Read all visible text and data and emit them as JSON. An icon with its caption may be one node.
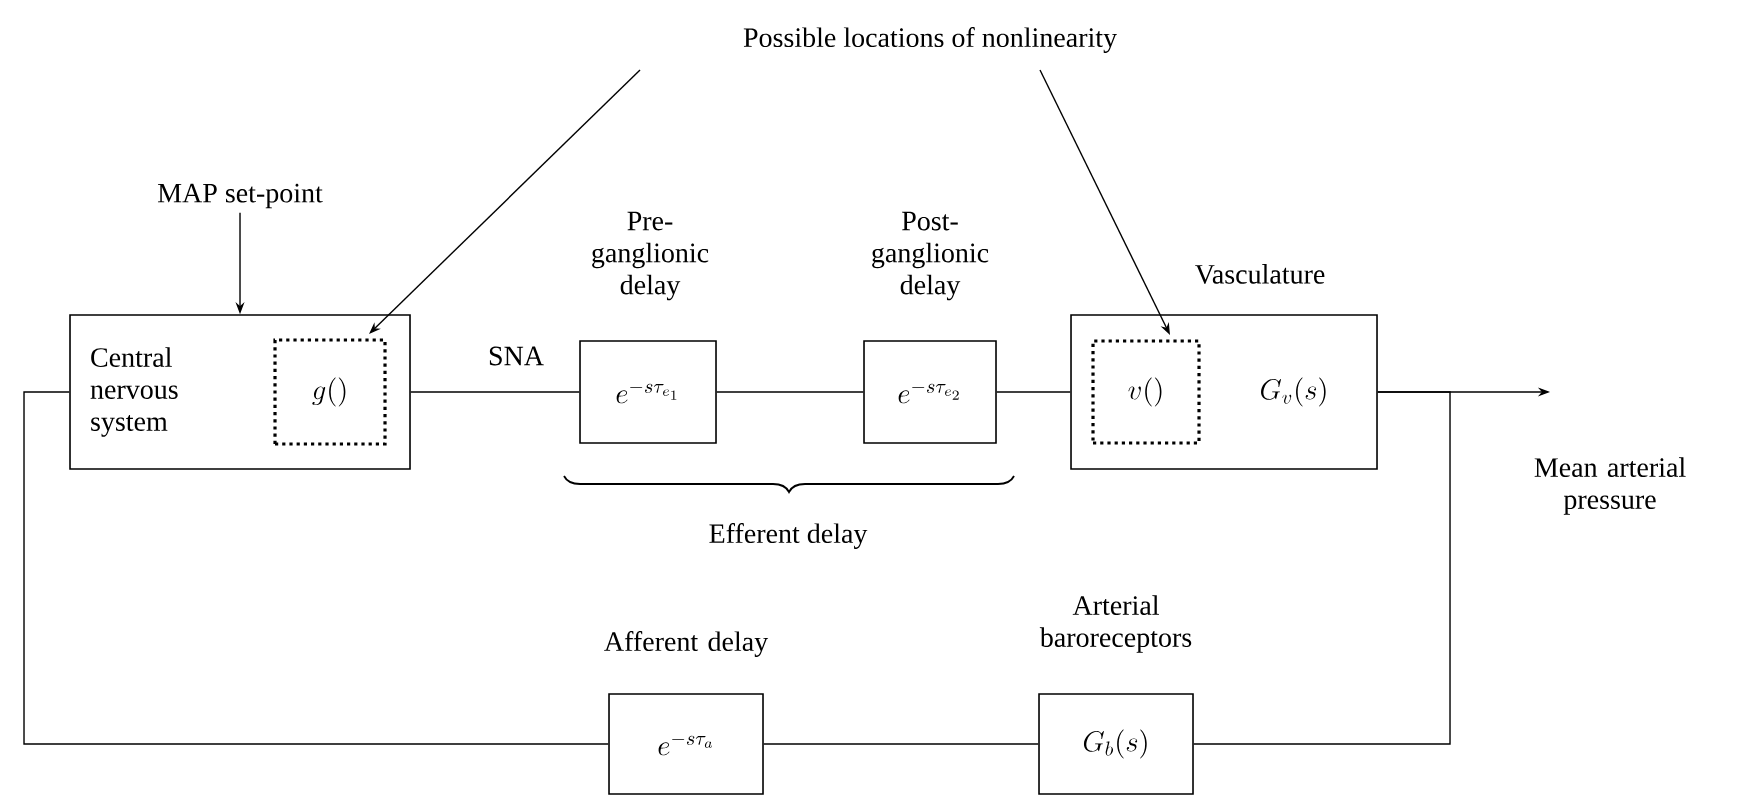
{
  "diagram": {
    "nodes": [
      {
        "text": [
          "Central nervous system"
        ]
      },
      {
        "text": [
          "g()"
        ],
        "in": 0
      },
      {
        "text": [
          "e^{-s\\tau_{e_1}}"
        ],
        "beside": [
          "Pre- ganglionic delay"
        ]
      },
      {
        "text": [
          "e^{-s\\tau_{e_2}}"
        ],
        "beside": [
          "Post- ganglionic delay"
        ]
      },
      {
        "text": [
          "G_v(s)"
        ],
        "beside": [
          "Vasculature"
        ]
      },
      {
        "text": [
          "v()"
        ],
        "in": 4
      },
      {
        "text": [
          "e^{-s\\tau_a}"
        ],
        "beside": [
          "Afferent delay"
        ]
      },
      {
        "text": [
          "G_b(s)"
        ],
        "beside": [
          "Arterial baroreceptors"
        ]
      },
      {
        "text": [
          "MAP set-point"
        ]
      },
      {
        "text": [
          "Possible locations of nonlinearity"
        ]
      }
    ],
    "edges": [
      {
        "from": 8,
        "to": 0,
        "arrow": "to"
      },
      {
        "from": 9,
        "to": 1,
        "arrow": "to"
      },
      {
        "from": 9,
        "to": 5,
        "arrow": "to"
      },
      {
        "from": 0,
        "to": 2,
        "arrow": "none",
        "label": "SNA"
      },
      {
        "from": 2,
        "to": 3,
        "arrow": "none"
      },
      {
        "from": 3,
        "to": 4,
        "arrow": "none"
      },
      {
        "from": 4,
        "to": null,
        "arrow": "to",
        "label": "Mean arterial pressure"
      },
      {
        "from": 4,
        "to": 7,
        "arrow": "none"
      },
      {
        "from": 7,
        "to": 6,
        "arrow": "none"
      },
      {
        "from": 6,
        "to": 0,
        "arrow": "none"
      }
    ],
    "labels": [
      "Efferent delay"
    ]
  }
}
